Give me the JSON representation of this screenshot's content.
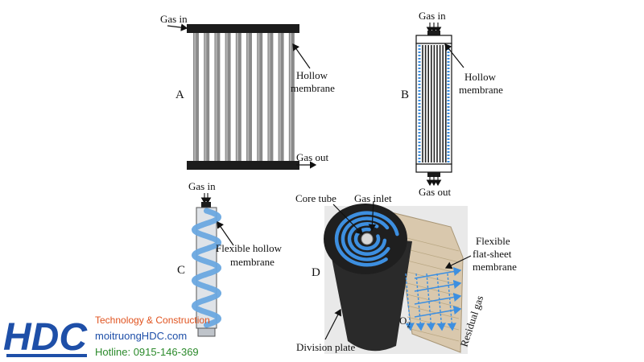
{
  "panel_a": {
    "letter": "A",
    "gas_in": "Gas in",
    "membrane_line1": "Hollow",
    "membrane_line2": "membrane",
    "gas_out": "Gas out"
  },
  "panel_b": {
    "letter": "B",
    "gas_in": "Gas in",
    "membrane_line1": "Hollow",
    "membrane_line2": "membrane",
    "gas_out": "Gas out"
  },
  "panel_c": {
    "letter": "C",
    "gas_in": "Gas in",
    "membrane_line1": "Flexible hollow",
    "membrane_line2": "membrane"
  },
  "panel_d": {
    "letter": "D",
    "core_tube": "Core tube",
    "gas_inlet": "Gas inlet",
    "membrane_line1": "Flexible",
    "membrane_line2": "flat-sheet",
    "membrane_line3": "membrane",
    "o2": "O",
    "o2_sub": "2",
    "residual_gas": "Residual gas",
    "division_plate": "Division plate"
  },
  "logo": {
    "mark": "HDC",
    "line1": "Technology & Construction",
    "line2": "moitruongHDC.com",
    "line3": "Hotline: 0915-146-369"
  },
  "colors": {
    "blue": "#3d8fe0",
    "dark": "#1c1c1c",
    "tube": "#7a7a7a",
    "brand_blue": "#1e4fa8",
    "brand_orange": "#e0531f",
    "brand_green": "#2b8a2b"
  }
}
